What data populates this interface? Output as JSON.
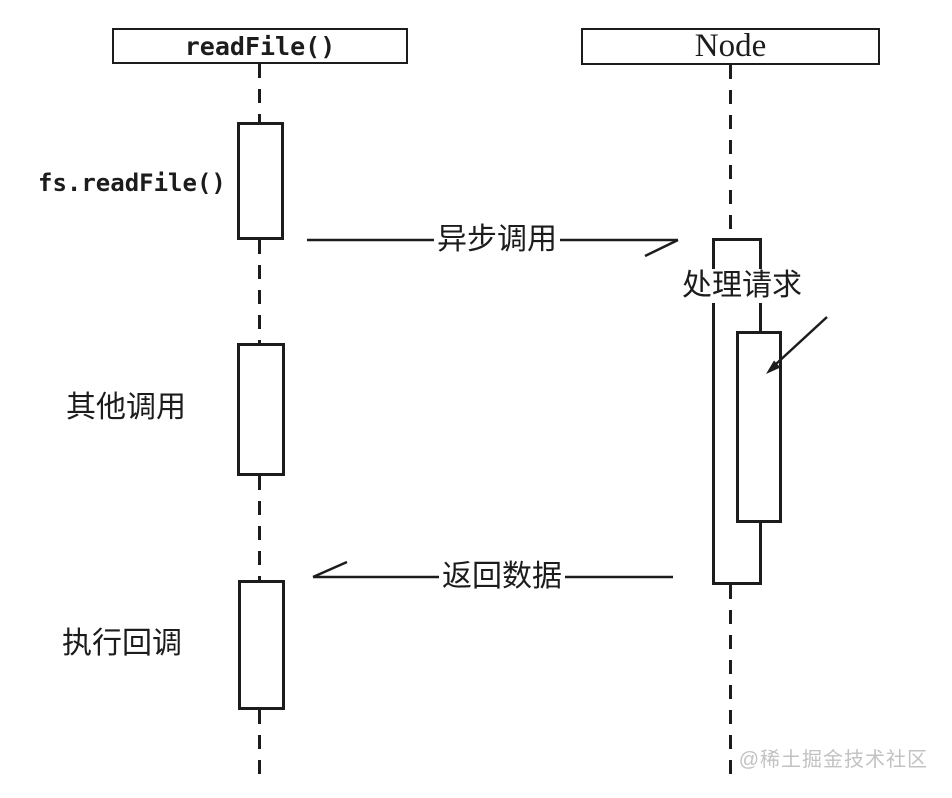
{
  "diagram": {
    "type": "sequence-diagram",
    "topic": "Node.js asynchronous fs.readFile call flow",
    "title_boxes": [
      {
        "id": "readFile",
        "label": "readFile()"
      },
      {
        "id": "node",
        "label": "Node"
      }
    ],
    "left_lifeline": {
      "header": "readFile()",
      "activation_labels": [
        "fs.readFile()",
        "其他调用",
        "执行回调"
      ]
    },
    "right_lifeline": {
      "header": "Node",
      "activation_label": "处理请求"
    },
    "messages": [
      {
        "label": "异步调用",
        "from": "readFile()",
        "to": "Node",
        "direction": "right",
        "style": "open-half-arrow"
      },
      {
        "label": "返回数据",
        "from": "Node",
        "to": "readFile()",
        "direction": "left",
        "style": "open-half-arrow"
      }
    ]
  },
  "watermark": {
    "text": "@稀土掘金技术社区",
    "color": "#c2c2c2"
  },
  "colors": {
    "ink": "#1c1c1c",
    "paper": "#ffffff"
  }
}
